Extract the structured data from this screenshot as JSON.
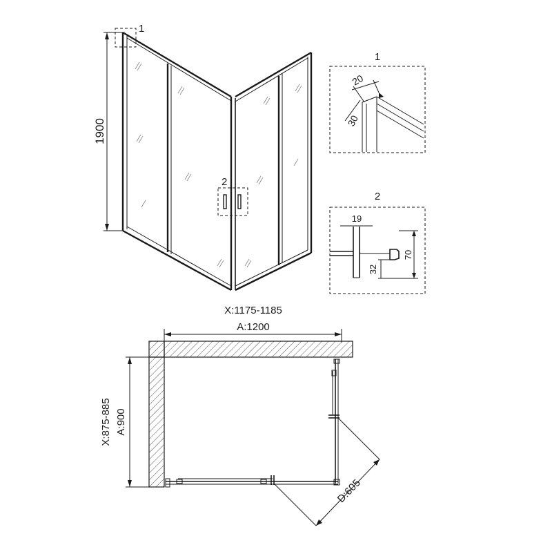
{
  "perspective": {
    "height_label": "1900",
    "callout_1": "1",
    "callout_2": "2"
  },
  "detail_1": {
    "title": "1",
    "dim_a": "20",
    "dim_b": "30"
  },
  "detail_2": {
    "title": "2",
    "dim_a": "19",
    "dim_b": "70",
    "dim_c": "32"
  },
  "plan": {
    "width_range": "X:1175-1185",
    "width_nominal": "A:1200",
    "depth_range": "X:875-885",
    "depth_nominal": "A:900",
    "door_diagonal": "D:605"
  }
}
